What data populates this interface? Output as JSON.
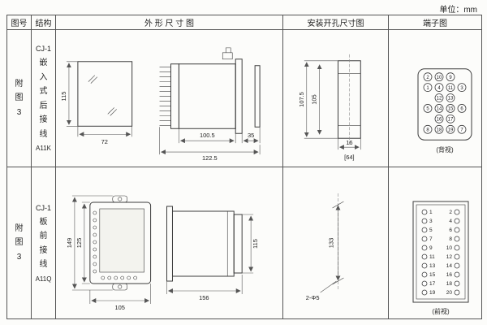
{
  "unit_label": "单位：mm",
  "headers": {
    "fig_no": "图号",
    "structure": "结构",
    "outline": "外 形 尺 寸 图",
    "install": "安装开孔尺寸图",
    "terminal": "端子图"
  },
  "row1": {
    "fig_no": "附图3",
    "model": "CJ-1",
    "mount": "嵌入式后接线",
    "code": "A11K",
    "outline": {
      "front_h": "115",
      "front_w": "72",
      "side_d1": "100.5",
      "side_d2": "35",
      "side_total": "122.5"
    },
    "install": {
      "v1": "107.5",
      "v2": "105",
      "w1": "16",
      "w2": "[64]"
    },
    "terminal": {
      "view": "(背视)",
      "grid": [
        [
          "2",
          "10",
          "9"
        ],
        [
          "1",
          "4",
          "11",
          "3"
        ],
        [
          "12",
          "13"
        ],
        [
          "5",
          "14",
          "15",
          "6"
        ],
        [
          "16",
          "17"
        ],
        [
          "8",
          "18",
          "19",
          "7"
        ]
      ]
    }
  },
  "row2": {
    "fig_no": "附图3",
    "model": "CJ-1",
    "mount": "板前接线",
    "code": "A11Q",
    "outline": {
      "front_h1": "149",
      "front_h2": "125",
      "front_w": "105",
      "side_w": "156",
      "side_h": "115"
    },
    "install": {
      "v": "133",
      "holes": "2-Φ5"
    },
    "terminal": {
      "view": "(前视)",
      "left": [
        "1",
        "3",
        "5",
        "7",
        "9",
        "11",
        "13",
        "15",
        "17",
        "19"
      ],
      "right": [
        "2",
        "4",
        "6",
        "8",
        "10",
        "12",
        "14",
        "16",
        "18",
        "20"
      ]
    }
  }
}
